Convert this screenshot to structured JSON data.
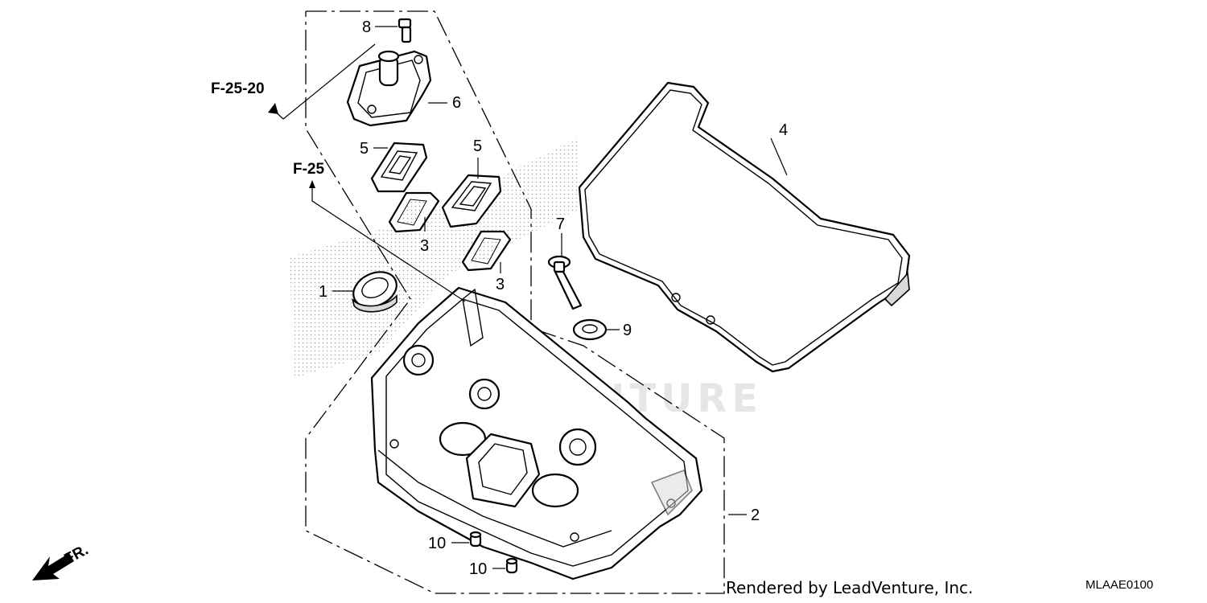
{
  "diagram": {
    "callouts": {
      "c1": "1",
      "c2": "2",
      "c3a": "3",
      "c3b": "3",
      "c4": "4",
      "c5a": "5",
      "c5b": "5",
      "c6": "6",
      "c7": "7",
      "c8": "8",
      "c9": "9",
      "c10a": "10",
      "c10b": "10"
    },
    "references": {
      "ref_f2520": "F-25-20",
      "ref_f25": "F-25"
    },
    "direction_label": "FR.",
    "watermark": "LEADVENTURE",
    "footer_credit": "Rendered by LeadVenture, Inc.",
    "diagram_code": "MLAAE0100"
  }
}
